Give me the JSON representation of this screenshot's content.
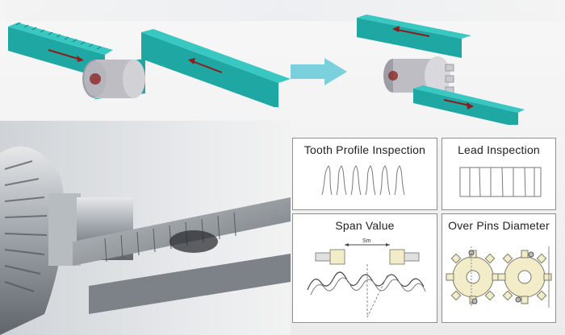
{
  "panels": {
    "tooth_profile": {
      "title": "Tooth Profile Inspection"
    },
    "lead": {
      "title": "Lead Inspection"
    },
    "span": {
      "title": "Span Value",
      "label_sm": "Sm"
    },
    "over_pins": {
      "title": "Over Pins Diameter"
    }
  },
  "colors": {
    "rack": "#1fa7a3",
    "gear": "#bdbdc3",
    "arrow_red": "#8b1d1d",
    "arrow_cyan": "#7ad0dc",
    "gear_fill": "#f3ecc8"
  },
  "icons": {
    "transition_arrow": "right-arrow-icon"
  }
}
